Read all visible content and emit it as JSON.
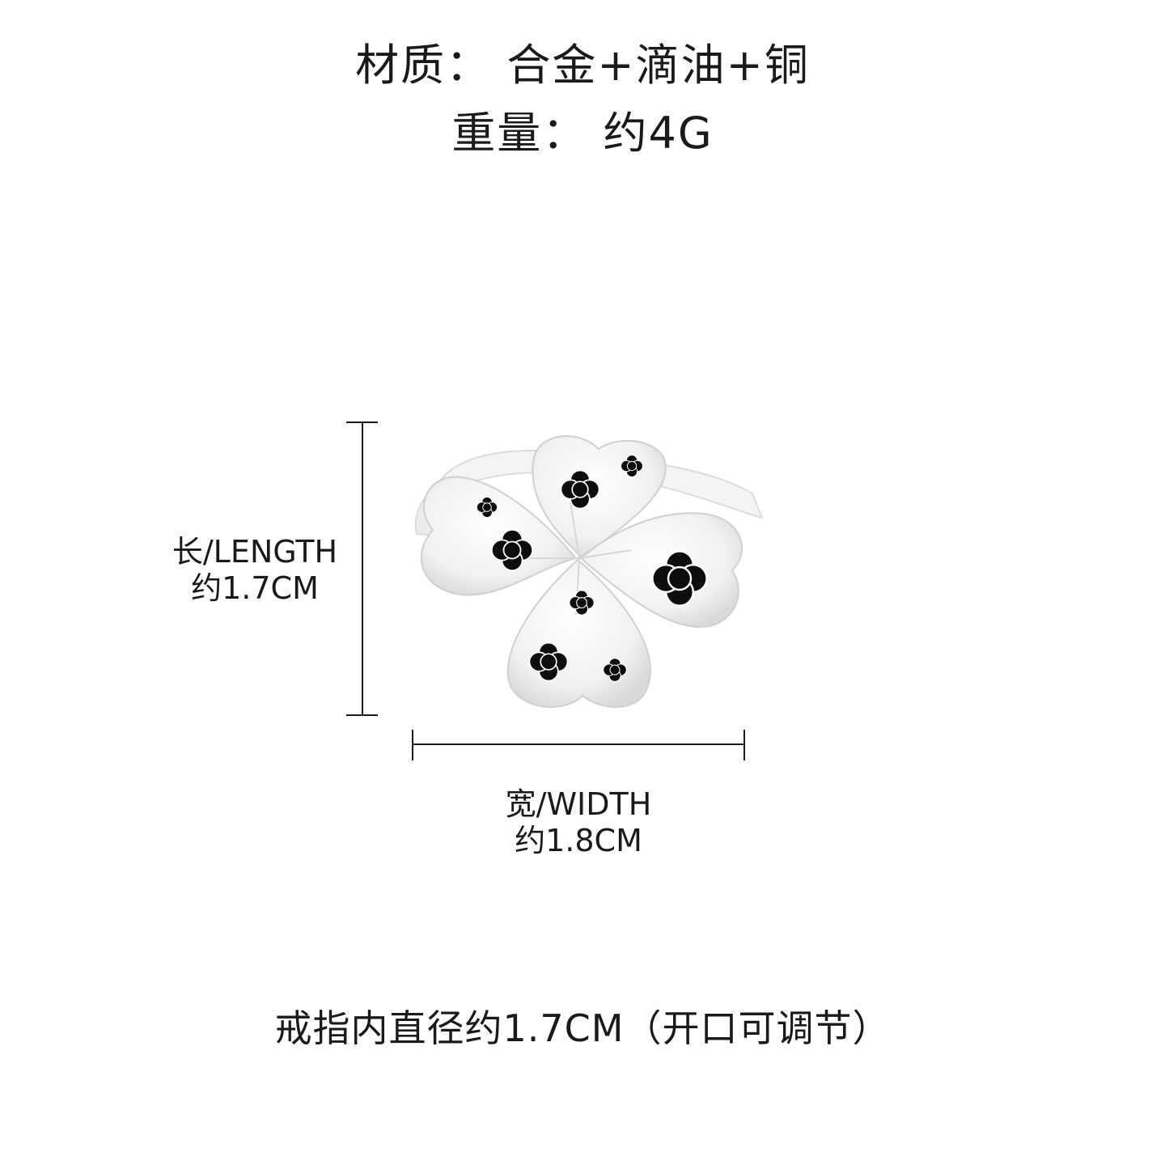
{
  "specs": {
    "material": "材质：  合金+滴油+铜",
    "weight": "重量：  约4G"
  },
  "dimensions": {
    "length_label": "长/LENGTH",
    "length_value": "约1.7CM",
    "width_label": "宽/WIDTH",
    "width_value": "约1.8CM"
  },
  "footer": {
    "note": "戒指内直径约1.7CM（开口可调节）"
  },
  "product_image": {
    "icon": "four-leaf-clover-ring-icon",
    "metal_color": "#f2f2f2",
    "enamel_color": "#0d0d0d"
  }
}
